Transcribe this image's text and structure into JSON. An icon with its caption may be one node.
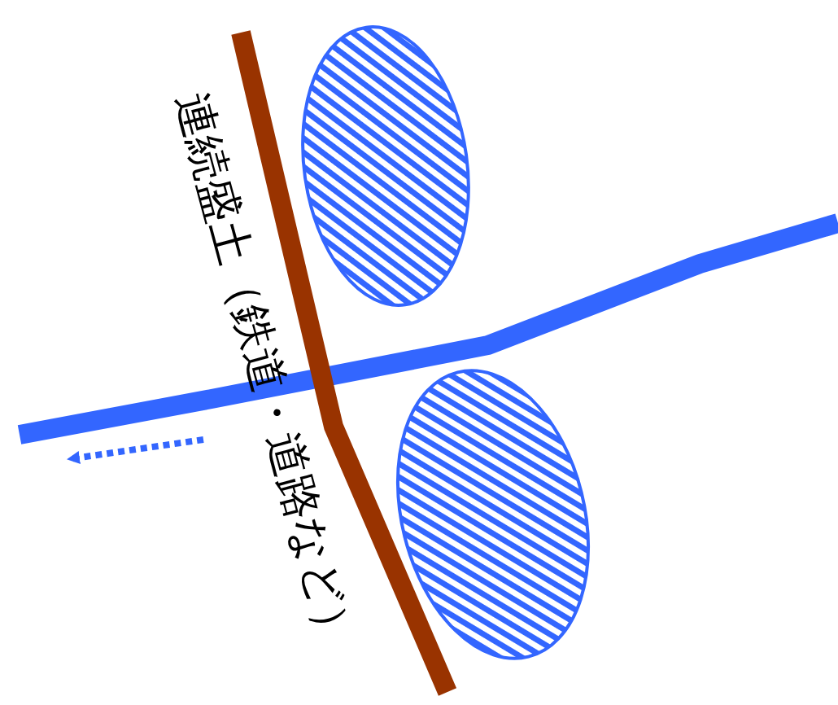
{
  "diagram": {
    "nodes": [
      {
        "text": [],
        "shape": "ellipse"
      },
      {
        "text": [],
        "shape": "ellipse"
      }
    ],
    "labels": [
      "連続盛土（鉄道・道路など）"
    ]
  }
}
